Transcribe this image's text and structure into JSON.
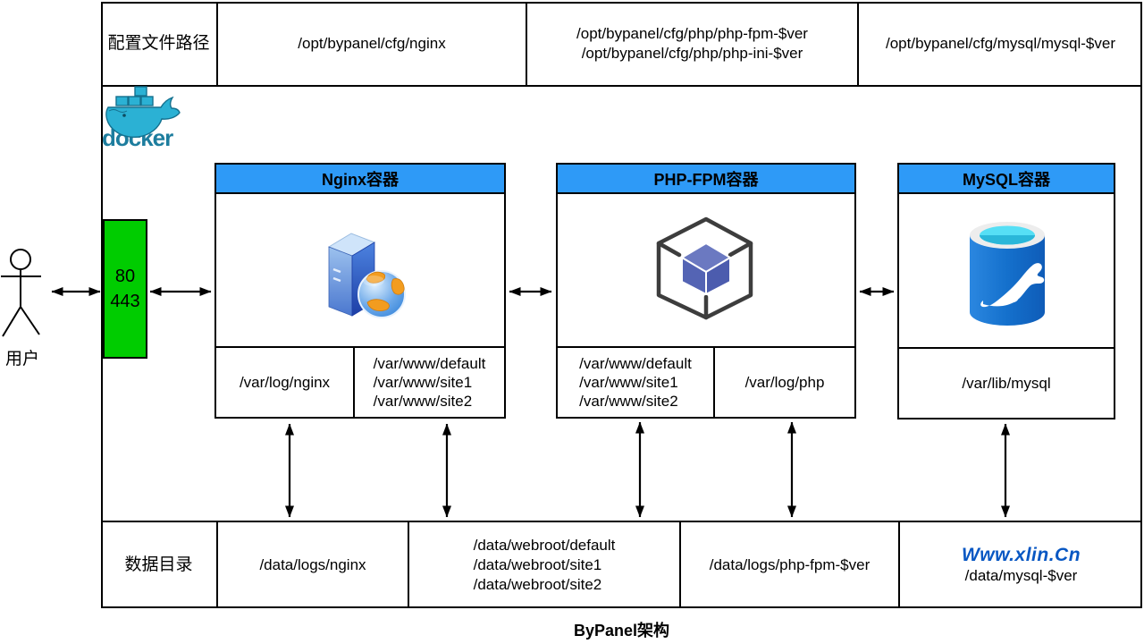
{
  "caption": "ByPanel架构",
  "config_row": {
    "label": "配置文件路径",
    "nginx_path": "/opt/bypanel/cfg/nginx",
    "php_paths": "/opt/bypanel/cfg/php/php-fpm-$ver\n/opt/bypanel/cfg/php/php-ini-$ver",
    "mysql_path": "/opt/bypanel/cfg/mysql/mysql-$ver"
  },
  "data_row": {
    "label": "数据目录",
    "nginx_logs": "/data/logs/nginx",
    "webroot_paths": "/data/webroot/default\n/data/webroot/site1\n/data/webroot/site2",
    "php_logs": "/data/logs/php-fpm-$ver",
    "watermark": "Www.xlin.Cn",
    "mysql_data": "/data/mysql-$ver"
  },
  "containers": {
    "nginx": {
      "title": "Nginx容器",
      "log_cell": "/var/log/nginx",
      "www_cell": "/var/www/default\n/var/www/site1\n/var/www/site2"
    },
    "php": {
      "title": "PHP-FPM容器",
      "www_cell": "/var/www/default\n/var/www/site1\n/var/www/site2",
      "log_cell": "/var/log/php"
    },
    "mysql": {
      "title": "MySQL容器",
      "data_cell": "/var/lib/mysql"
    }
  },
  "user": {
    "label": "用户"
  },
  "ports": {
    "text": "80\n443"
  },
  "docker": {
    "wordmark": "docker"
  },
  "icons": {
    "nginx": "web-server-globe-icon",
    "php": "wireframe-cube-icon",
    "mysql": "mariadb-database-cylinder-icon",
    "docker": "docker-whale-icon",
    "user": "user-stick-figure-icon",
    "arrows": "double-headed-arrow"
  },
  "colors": {
    "container_header_blue": "#2E9AF7",
    "port_box_green": "#00CC00",
    "watermark_blue": "#0857C3",
    "docker_teal": "#2BB1D4",
    "border_black": "#000000"
  }
}
